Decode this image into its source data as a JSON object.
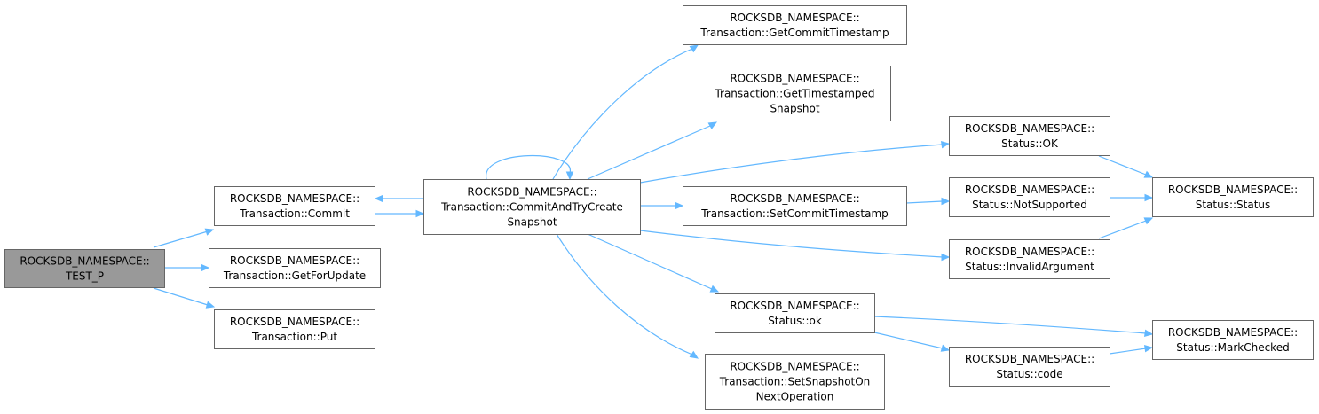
{
  "graph": {
    "nodes": [
      {
        "id": "test_p",
        "lines": [
          "ROCKSDB_NAMESPACE::",
          "TEST_P"
        ],
        "root": true
      },
      {
        "id": "commit",
        "lines": [
          "ROCKSDB_NAMESPACE::",
          "Transaction::Commit"
        ]
      },
      {
        "id": "getforupdate",
        "lines": [
          "ROCKSDB_NAMESPACE::",
          "Transaction::GetForUpdate"
        ]
      },
      {
        "id": "put",
        "lines": [
          "ROCKSDB_NAMESPACE::",
          "Transaction::Put"
        ]
      },
      {
        "id": "commitandtry",
        "lines": [
          "ROCKSDB_NAMESPACE::",
          "Transaction::CommitAndTryCreate",
          "Snapshot"
        ]
      },
      {
        "id": "getcommitts",
        "lines": [
          "ROCKSDB_NAMESPACE::",
          "Transaction::GetCommitTimestamp"
        ]
      },
      {
        "id": "gettssnap",
        "lines": [
          "ROCKSDB_NAMESPACE::",
          "Transaction::GetTimestamped",
          "Snapshot"
        ]
      },
      {
        "id": "setcommitts",
        "lines": [
          "ROCKSDB_NAMESPACE::",
          "Transaction::SetCommitTimestamp"
        ]
      },
      {
        "id": "status_ok_lower",
        "lines": [
          "ROCKSDB_NAMESPACE::",
          "Status::ok"
        ]
      },
      {
        "id": "setsnapshot",
        "lines": [
          "ROCKSDB_NAMESPACE::",
          "Transaction::SetSnapshotOn",
          "NextOperation"
        ]
      },
      {
        "id": "status_OK",
        "lines": [
          "ROCKSDB_NAMESPACE::",
          "Status::OK"
        ]
      },
      {
        "id": "notsupported",
        "lines": [
          "ROCKSDB_NAMESPACE::",
          "Status::NotSupported"
        ]
      },
      {
        "id": "invalidarg",
        "lines": [
          "ROCKSDB_NAMESPACE::",
          "Status::InvalidArgument"
        ]
      },
      {
        "id": "code",
        "lines": [
          "ROCKSDB_NAMESPACE::",
          "Status::code"
        ]
      },
      {
        "id": "status_ctor",
        "lines": [
          "ROCKSDB_NAMESPACE::",
          "Status::Status"
        ]
      },
      {
        "id": "markchecked",
        "lines": [
          "ROCKSDB_NAMESPACE::",
          "Status::MarkChecked"
        ]
      }
    ],
    "edges": [
      {
        "from": "test_p",
        "to": "commit"
      },
      {
        "from": "test_p",
        "to": "getforupdate"
      },
      {
        "from": "test_p",
        "to": "put"
      },
      {
        "from": "commit",
        "to": "commitandtry"
      },
      {
        "from": "commitandtry",
        "to": "commit"
      },
      {
        "from": "commitandtry",
        "to": "commitandtry"
      },
      {
        "from": "commitandtry",
        "to": "getcommitts"
      },
      {
        "from": "commitandtry",
        "to": "gettssnap"
      },
      {
        "from": "commitandtry",
        "to": "status_OK"
      },
      {
        "from": "commitandtry",
        "to": "setcommitts"
      },
      {
        "from": "commitandtry",
        "to": "invalidarg"
      },
      {
        "from": "commitandtry",
        "to": "status_ok_lower"
      },
      {
        "from": "commitandtry",
        "to": "setsnapshot"
      },
      {
        "from": "setcommitts",
        "to": "notsupported"
      },
      {
        "from": "status_OK",
        "to": "status_ctor"
      },
      {
        "from": "notsupported",
        "to": "status_ctor"
      },
      {
        "from": "invalidarg",
        "to": "status_ctor"
      },
      {
        "from": "status_ok_lower",
        "to": "markchecked"
      },
      {
        "from": "status_ok_lower",
        "to": "code"
      },
      {
        "from": "code",
        "to": "markchecked"
      }
    ]
  },
  "colors": {
    "edge": "#63b8ff",
    "node_border": "#666666",
    "root_fill": "#999999",
    "node_fill": "#ffffff"
  }
}
